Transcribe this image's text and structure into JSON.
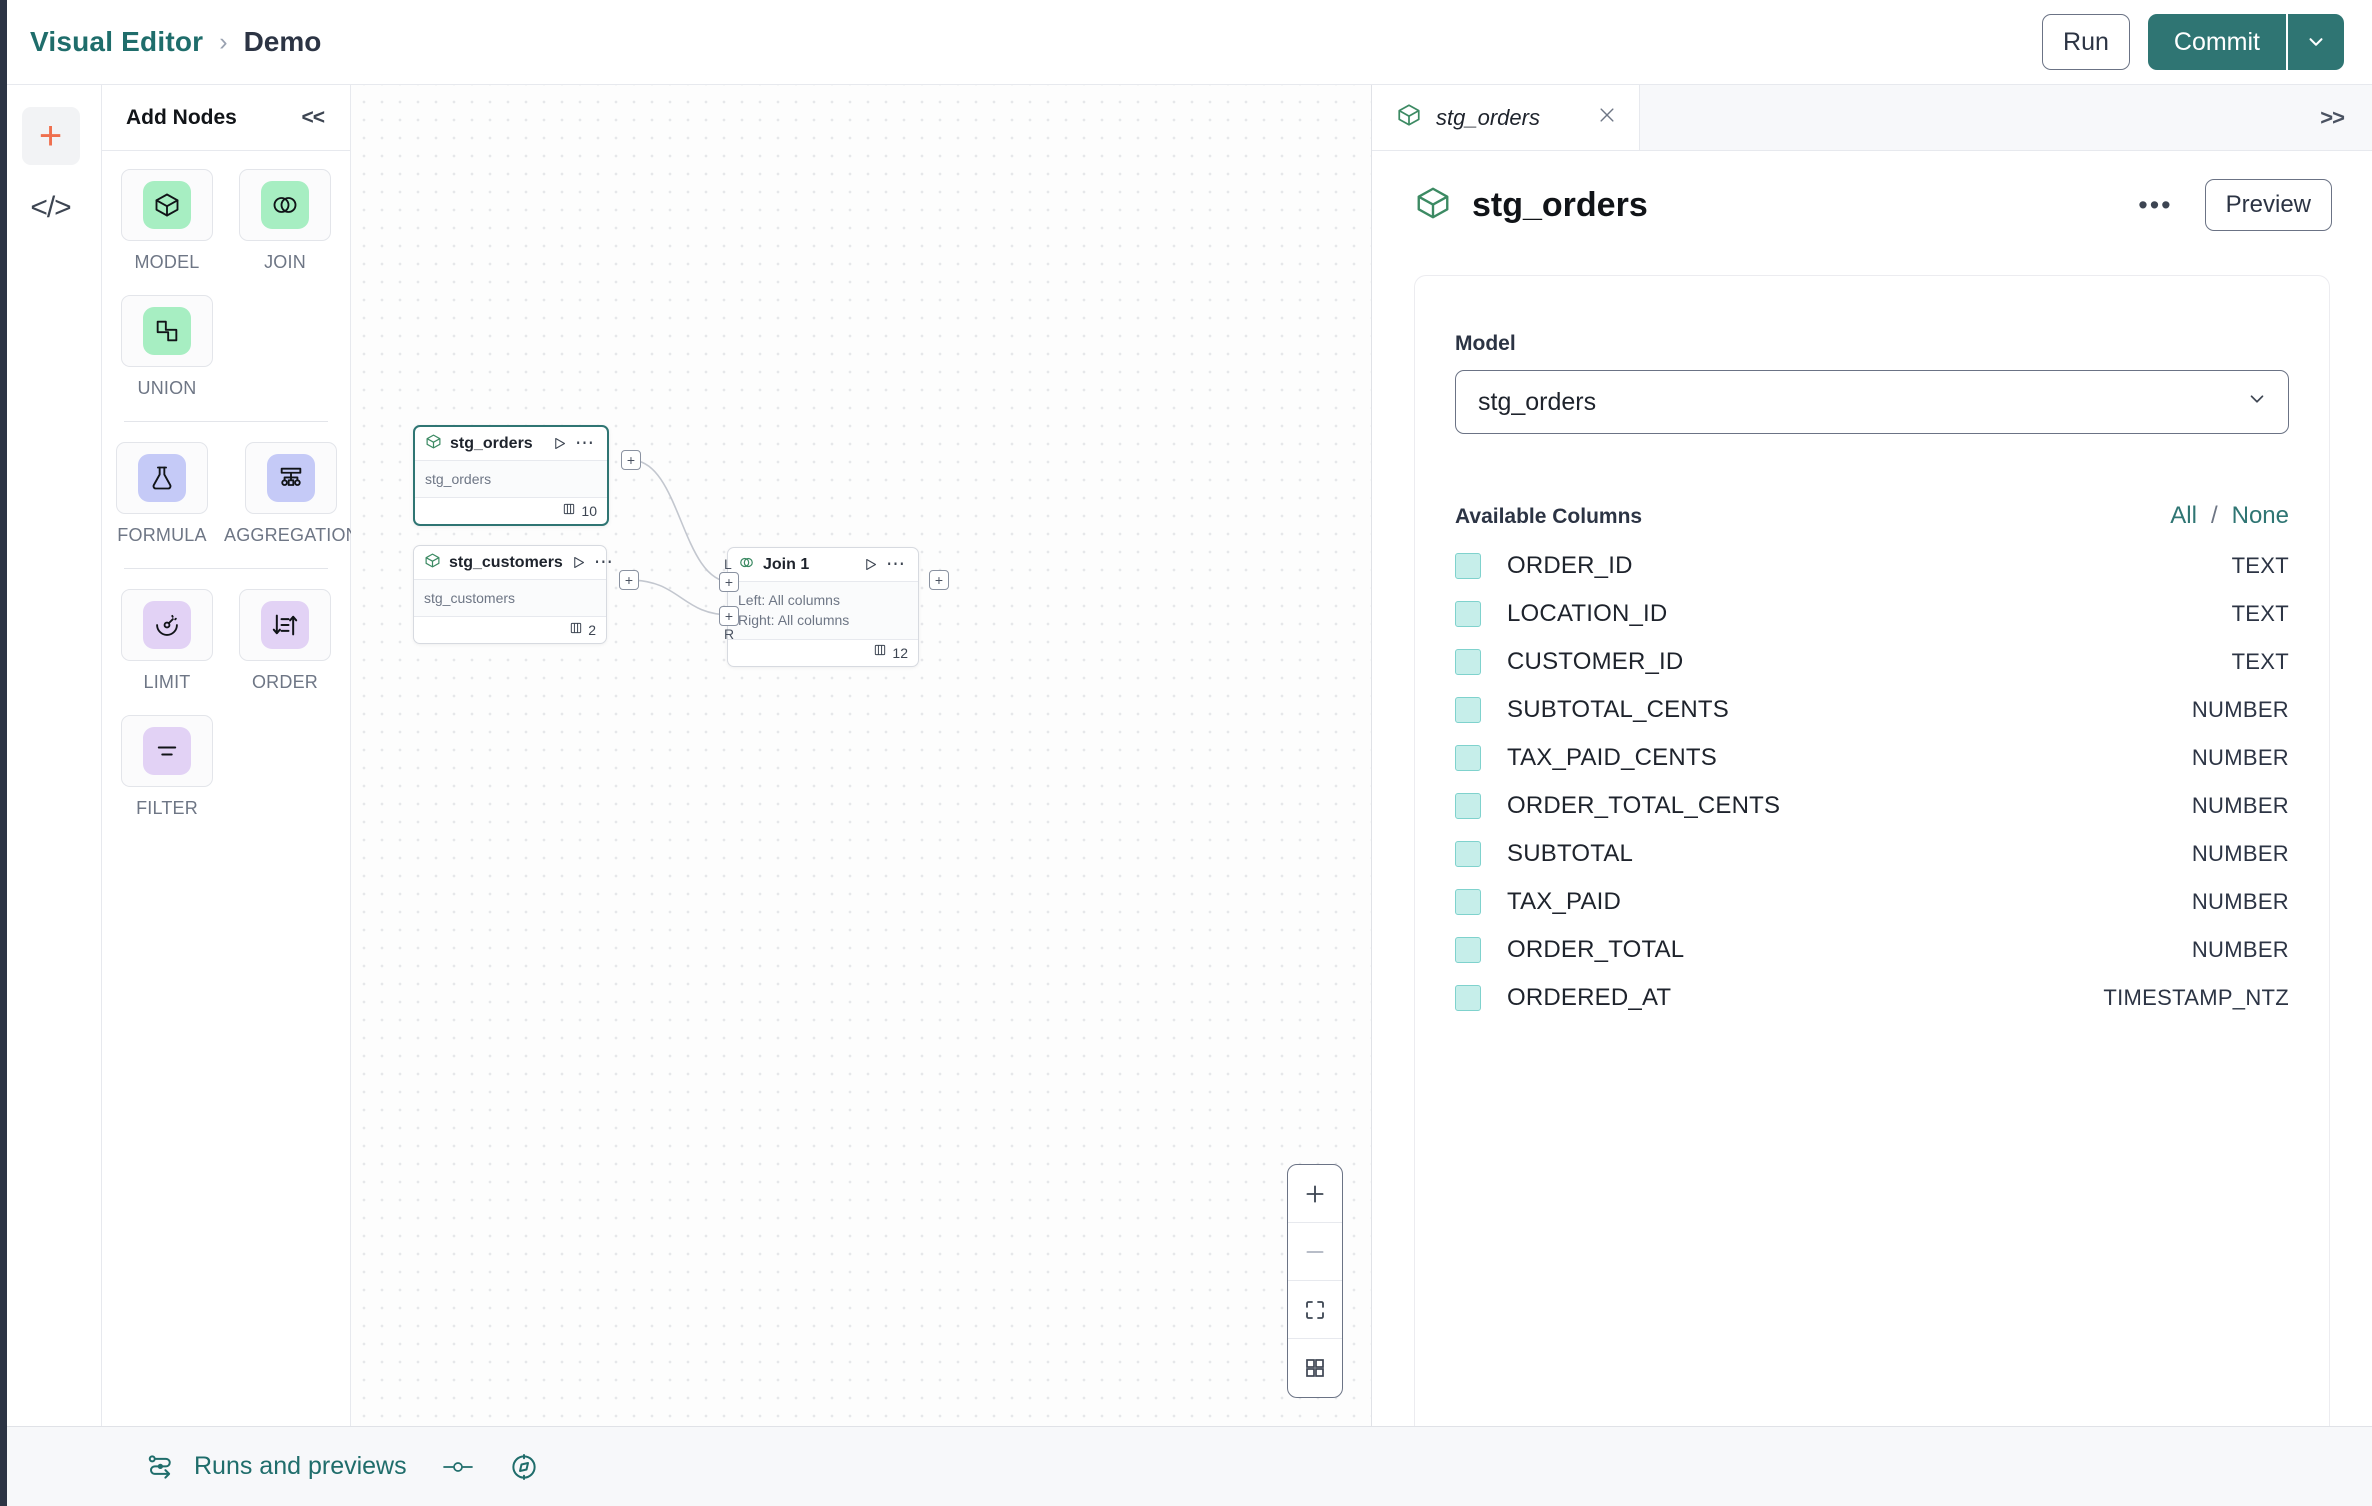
{
  "topbar": {
    "breadcrumb_root": "Visual Editor",
    "breadcrumb_sep": "›",
    "breadcrumb_leaf": "Demo",
    "run_label": "Run",
    "commit_label": "Commit"
  },
  "rail": {
    "add_icon": "plus-icon",
    "code_icon": "</>"
  },
  "palette": {
    "title": "Add Nodes",
    "collapse_label": "<<",
    "groups": [
      {
        "nodes": [
          {
            "label": "MODEL",
            "icon": "cube-icon",
            "chip": "chip-green"
          },
          {
            "label": "JOIN",
            "icon": "venn-icon",
            "chip": "chip-green"
          },
          {
            "label": "UNION",
            "icon": "union-icon",
            "chip": "chip-green"
          }
        ]
      },
      {
        "nodes": [
          {
            "label": "FORMULA",
            "icon": "flask-icon",
            "chip": "chip-blue"
          },
          {
            "label": "AGGREGATION",
            "icon": "aggregation-icon",
            "chip": "chip-blue"
          }
        ]
      },
      {
        "nodes": [
          {
            "label": "LIMIT",
            "icon": "limit-icon",
            "chip": "chip-purple"
          },
          {
            "label": "ORDER",
            "icon": "sort-icon",
            "chip": "chip-purple"
          },
          {
            "label": "FILTER",
            "icon": "filter-icon",
            "chip": "chip-purple"
          }
        ]
      }
    ]
  },
  "canvas": {
    "nodes": [
      {
        "title": "stg_orders",
        "subtitle": "stg_orders",
        "count": "10",
        "selected": true
      },
      {
        "title": "stg_customers",
        "subtitle": "stg_customers",
        "count": "2",
        "selected": false
      },
      {
        "title": "Join 1",
        "left_line": "Left: All columns",
        "right_line": "Right: All columns",
        "count": "12",
        "selected": false
      }
    ],
    "join_port_left_label": "L",
    "join_port_right_label": "R",
    "zoom_controls": [
      "zoom-in-icon",
      "zoom-out-icon",
      "fit-view-icon",
      "grid-icon"
    ]
  },
  "inspector": {
    "tab_label": "stg_orders",
    "tab_close": "×",
    "expand_label": ">>",
    "title": "stg_orders",
    "kebab_label": "•••",
    "preview_label": "Preview",
    "model_field_label": "Model",
    "model_value": "stg_orders",
    "columns_title": "Available Columns",
    "select_all_label": "All",
    "select_sep": "/",
    "select_none_label": "None",
    "columns": [
      {
        "name": "ORDER_ID",
        "type": "TEXT",
        "checked": true
      },
      {
        "name": "LOCATION_ID",
        "type": "TEXT",
        "checked": true
      },
      {
        "name": "CUSTOMER_ID",
        "type": "TEXT",
        "checked": true
      },
      {
        "name": "SUBTOTAL_CENTS",
        "type": "NUMBER",
        "checked": true
      },
      {
        "name": "TAX_PAID_CENTS",
        "type": "NUMBER",
        "checked": true
      },
      {
        "name": "ORDER_TOTAL_CENTS",
        "type": "NUMBER",
        "checked": true
      },
      {
        "name": "SUBTOTAL",
        "type": "NUMBER",
        "checked": true
      },
      {
        "name": "TAX_PAID",
        "type": "NUMBER",
        "checked": true
      },
      {
        "name": "ORDER_TOTAL",
        "type": "NUMBER",
        "checked": true
      },
      {
        "name": "ORDERED_AT",
        "type": "TIMESTAMP_NTZ",
        "checked": true
      }
    ]
  },
  "footer": {
    "runs_label": "Runs and previews",
    "toggle_icon": "toggle-icon",
    "compass_icon": "compass-icon"
  },
  "colors": {
    "accent_teal": "#2f7573",
    "accent_orange": "#ef6f4e",
    "node_green": "#a7eec2",
    "node_blue": "#c5caf7",
    "node_purple": "#e2d2f5",
    "checkbox_fill": "#c6eeea"
  }
}
